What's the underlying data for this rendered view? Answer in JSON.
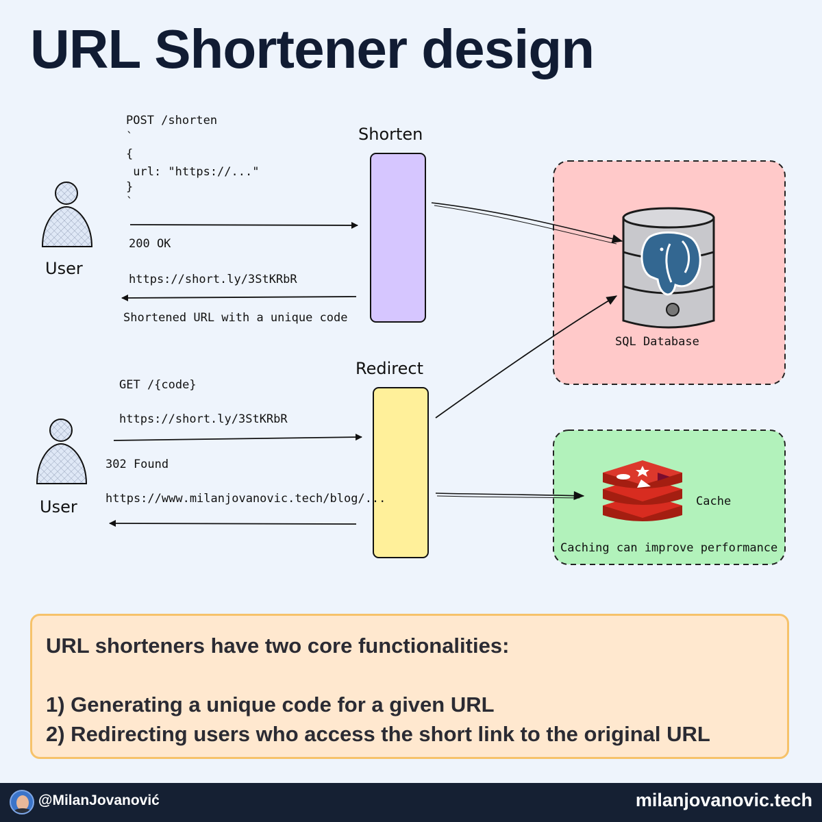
{
  "title": "URL Shortener design",
  "diagram": {
    "shorten": {
      "label": "Shorten",
      "request_lines": [
        "POST /shorten",
        "`",
        "{",
        " url: \"https://...\"",
        "}",
        "`"
      ],
      "response_status": "200 OK",
      "response_url": "https://short.ly/3StKRbR",
      "response_note": "Shortened URL with a unique code"
    },
    "redirect": {
      "label": "Redirect",
      "request_method": "GET /{code}",
      "request_url": "https://short.ly/3StKRbR",
      "response_status": "302 Found",
      "response_url": "https://www.milanjovanovic.tech/blog/..."
    },
    "user_top": "User",
    "user_bottom": "User",
    "database_label": "SQL Database",
    "cache_label": "Cache",
    "cache_note": "Caching can improve performance",
    "colors": {
      "shorten_box": "#d6c6ff",
      "redirect_box": "#fff09a",
      "db_area": "#ffc9c9",
      "cache_area": "#b2f2bb",
      "postgres": "#336791",
      "redis": "#d82c20"
    }
  },
  "summary": {
    "intro": "URL shorteners have two core functionalities:",
    "items": [
      "1) Generating a unique code for a given URL",
      "2) Redirecting users who access the short link to the original URL"
    ]
  },
  "footer": {
    "handle": "@MilanJovanović",
    "site": "milanjovanovic.tech"
  }
}
